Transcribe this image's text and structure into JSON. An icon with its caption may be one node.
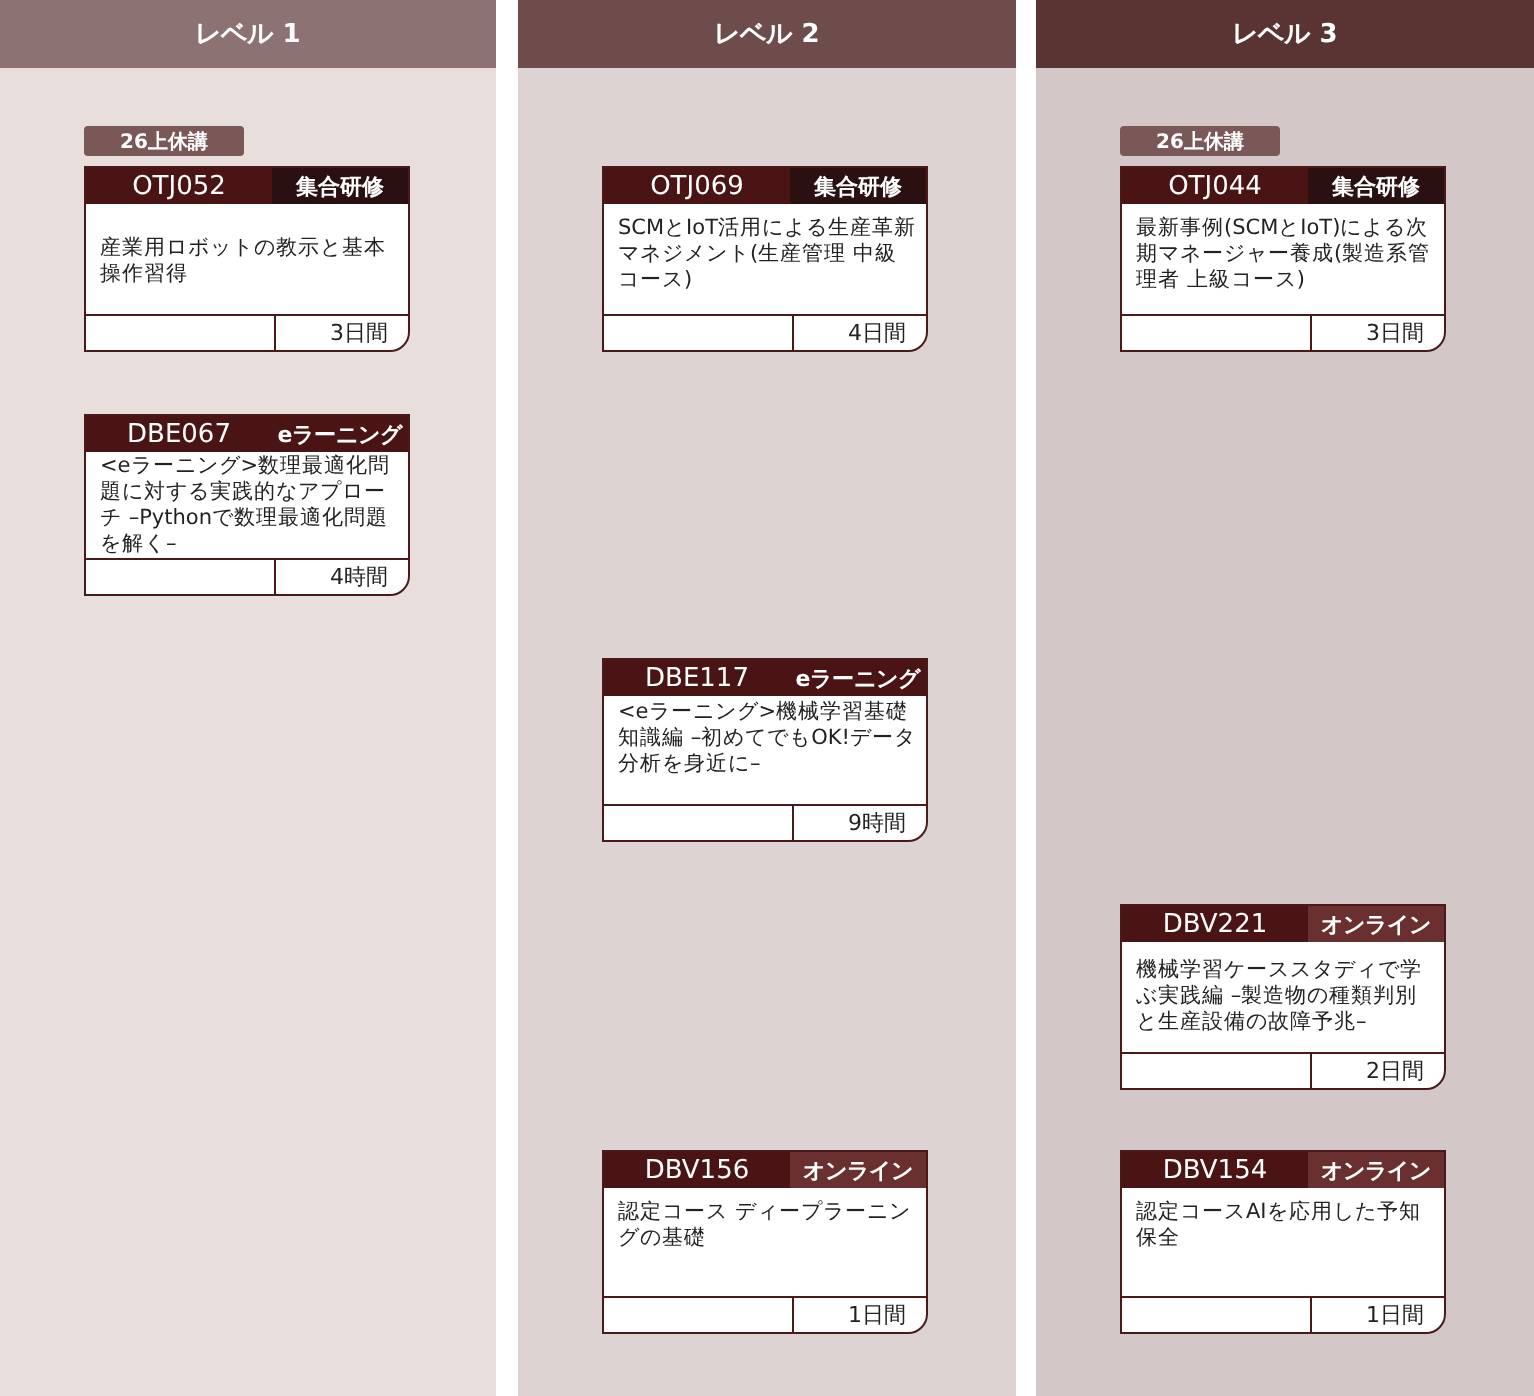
{
  "diagram": {
    "nodes": [
      {
        "text": [
          "レベル 1"
        ]
      },
      {
        "text": [
          "OTJ052",
          "集合研修",
          "産業用ロボットの教示と基本操作習得",
          "3日間"
        ],
        "in": 0,
        "beside": [
          "26上休講"
        ]
      },
      {
        "text": [
          "DBE067",
          "eラーニング",
          "<eラーニング>数理最適化問題に対する実践的なアプローチ –Pythonで数理最適化問題を解く–",
          "4時間"
        ],
        "in": 0
      },
      {
        "text": [
          "レベル 2"
        ]
      },
      {
        "text": [
          "OTJ069",
          "集合研修",
          "SCMとIoT活用による生産革新マネジメント(生産管理 中級コース)",
          "4日間"
        ],
        "in": 3
      },
      {
        "text": [
          "DBE117",
          "eラーニング",
          "<eラーニング>機械学習基礎知識編 –初めてでもOK!データ分析を身近に–",
          "9時間"
        ],
        "in": 3
      },
      {
        "text": [
          "DBV156",
          "オンライン",
          "認定コース ディープラーニングの基礎",
          "1日間"
        ],
        "in": 3
      },
      {
        "text": [
          "レベル 3"
        ]
      },
      {
        "text": [
          "OTJ044",
          "集合研修",
          "最新事例(SCMとIoT)による次期マネージャー養成(製造系管理者 上級コース)",
          "3日間"
        ],
        "in": 7,
        "beside": [
          "26上休講"
        ]
      },
      {
        "text": [
          "DBV221",
          "オンライン",
          "機械学習ケーススタディで学ぶ実践編 –製造物の種類判別と生産設備の故障予兆–",
          "2日間"
        ],
        "in": 7
      },
      {
        "text": [
          "DBV154",
          "オンライン",
          "認定コースAIを応用した予知保全",
          "1日間"
        ],
        "in": 7
      }
    ]
  }
}
